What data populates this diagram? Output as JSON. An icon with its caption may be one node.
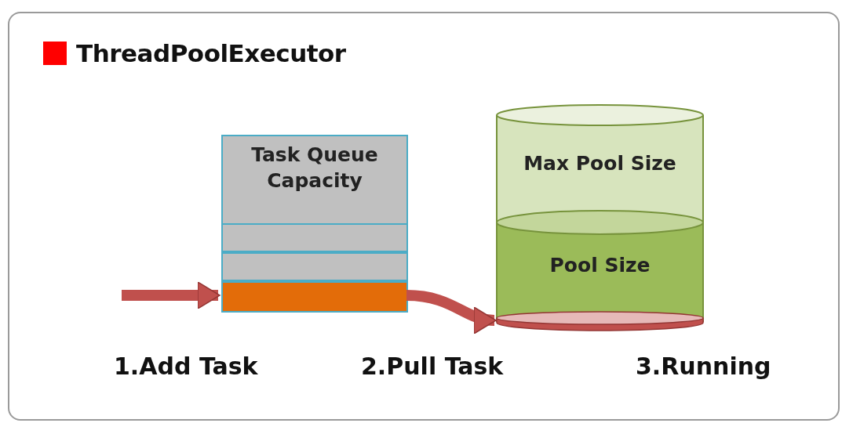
{
  "diagram": {
    "title": "ThreadPoolExecutor",
    "nodes": [
      {
        "text": [
          "Task Queue Capacity"
        ]
      },
      {
        "text": [],
        "shape": "box",
        "in": 0
      },
      {
        "text": [],
        "shape": "box",
        "in": 0
      },
      {
        "text": [],
        "shape": "box",
        "in": 0
      },
      {
        "text": [
          "Max Pool Size"
        ]
      },
      {
        "text": [
          "Pool Size"
        ],
        "in": 4
      },
      {
        "text": [],
        "shape": "bar"
      }
    ],
    "edges": [
      {
        "from": null,
        "to": 3,
        "arrow": "to"
      },
      {
        "from": 3,
        "to": 6,
        "arrow": "to"
      }
    ],
    "labels": [
      "1.Add Task",
      "2.Pull Task",
      "3.Running"
    ]
  }
}
